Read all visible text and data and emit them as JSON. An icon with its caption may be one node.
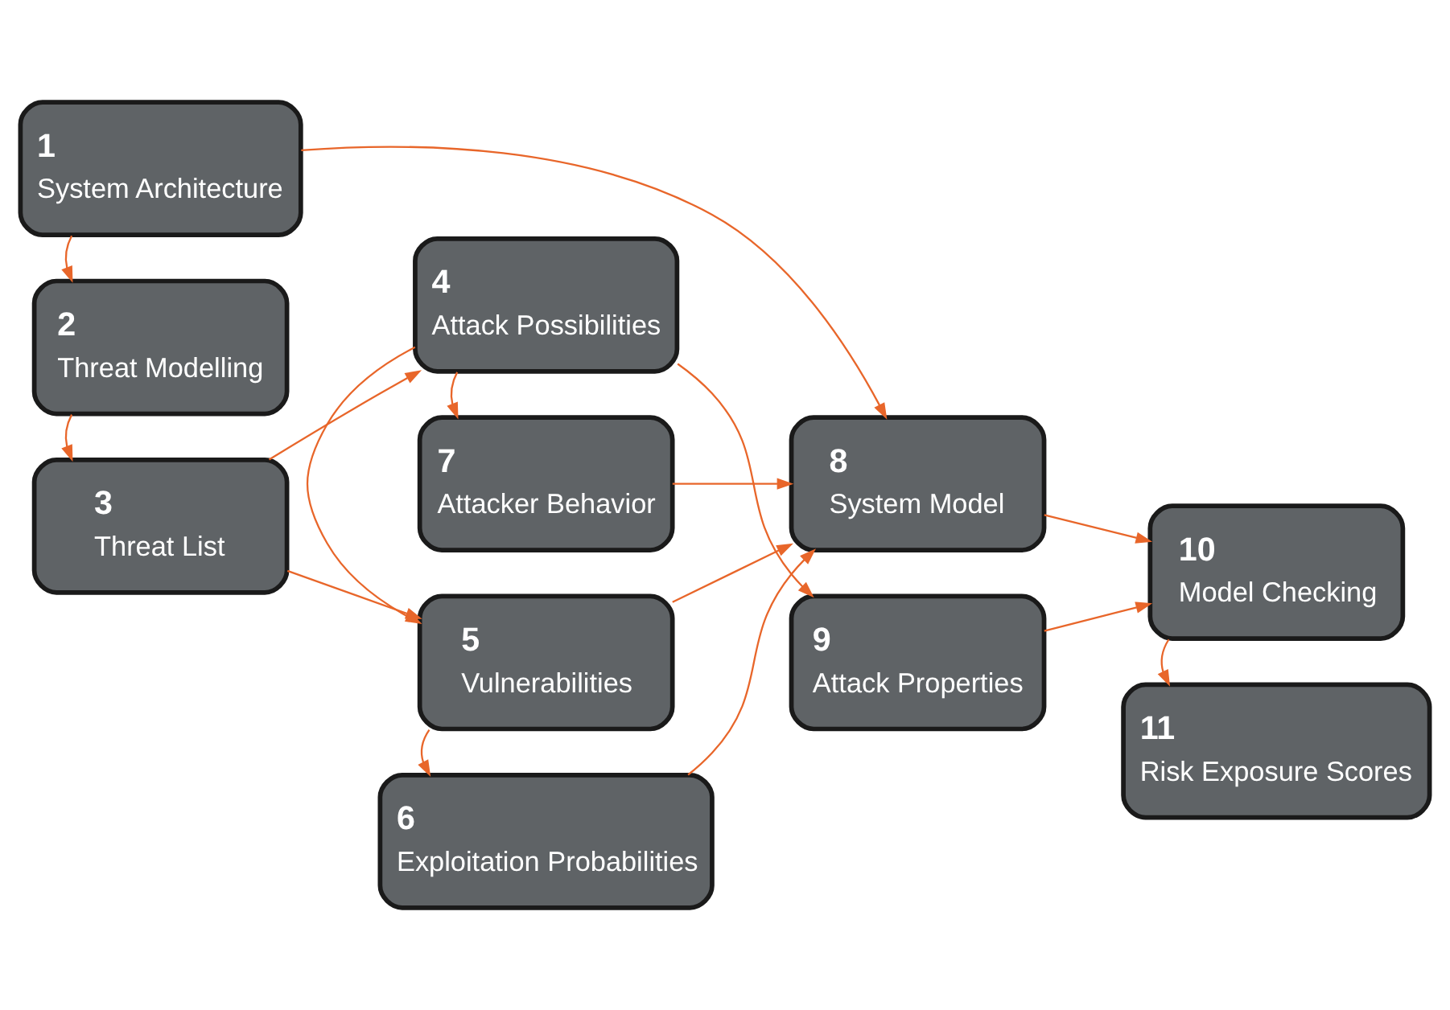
{
  "diagram": {
    "nodes": [
      {
        "text": [
          "1",
          "System Architecture"
        ]
      },
      {
        "text": [
          "2",
          "Threat Modelling"
        ]
      },
      {
        "text": [
          "3",
          "Threat List"
        ]
      },
      {
        "text": [
          "4",
          "Attack Possibilities"
        ]
      },
      {
        "text": [
          "5",
          "Vulnerabilities"
        ]
      },
      {
        "text": [
          "6",
          "Exploitation Probabilities"
        ]
      },
      {
        "text": [
          "7",
          "Attacker Behavior"
        ]
      },
      {
        "text": [
          "8",
          "System Model"
        ]
      },
      {
        "text": [
          "9",
          "Attack Properties"
        ]
      },
      {
        "text": [
          "10",
          "Model Checking"
        ]
      },
      {
        "text": [
          "11",
          "Risk Exposure Scores"
        ]
      }
    ],
    "edges": [
      {
        "from": 0,
        "to": 7,
        "arrow": "to"
      },
      {
        "from": 0,
        "to": 1,
        "arrow": "to"
      },
      {
        "from": 1,
        "to": 2,
        "arrow": "to"
      },
      {
        "from": 2,
        "to": 4,
        "arrow": "to"
      },
      {
        "from": 2,
        "to": 3,
        "arrow": "to"
      },
      {
        "from": 3,
        "to": 4,
        "arrow": "to"
      },
      {
        "from": 4,
        "to": 5,
        "arrow": "to"
      },
      {
        "from": 3,
        "to": 6,
        "arrow": "to"
      },
      {
        "from": 5,
        "to": 7,
        "arrow": "to"
      },
      {
        "from": 4,
        "to": 7,
        "arrow": "to"
      },
      {
        "from": 6,
        "to": 7,
        "arrow": "to"
      },
      {
        "from": 3,
        "to": 8,
        "arrow": "to"
      },
      {
        "from": 7,
        "to": 9,
        "arrow": "to"
      },
      {
        "from": 8,
        "to": 9,
        "arrow": "to"
      },
      {
        "from": 9,
        "to": 10,
        "arrow": "to"
      }
    ]
  }
}
